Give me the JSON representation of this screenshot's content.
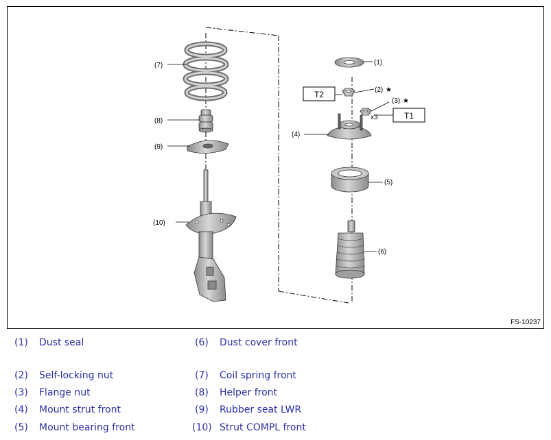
{
  "figure_code": "FS-10237",
  "callouts": {
    "c1": "(1)",
    "c2": "(2)",
    "c3": "(3)",
    "c4": "(4)",
    "c5": "(5)",
    "c6": "(6)",
    "c7": "(7)",
    "c8": "(8)",
    "c9": "(9)",
    "c10": "(10)",
    "qty": "x3",
    "star": "★"
  },
  "torque_boxes": {
    "t1": "T1",
    "t2": "T2"
  },
  "legend": [
    {
      "num": "(1)",
      "label": "Dust seal"
    },
    {
      "num": "(2)",
      "label": "Self-locking nut"
    },
    {
      "num": "(3)",
      "label": "Flange nut"
    },
    {
      "num": "(4)",
      "label": "Mount strut front"
    },
    {
      "num": "(5)",
      "label": "Mount bearing front"
    },
    {
      "num": "(6)",
      "label": "Dust cover front"
    },
    {
      "num": "(7)",
      "label": "Coil spring front"
    },
    {
      "num": "(8)",
      "label": "Helper front"
    },
    {
      "num": "(9)",
      "label": "Rubber seat LWR"
    },
    {
      "num": "(10)",
      "label": "Strut COMPL front"
    }
  ],
  "colors": {
    "legend_text": "#2b2fa6",
    "part_fill": "#b9b9b9",
    "part_dark": "#7a7a7a",
    "line": "#000000"
  }
}
